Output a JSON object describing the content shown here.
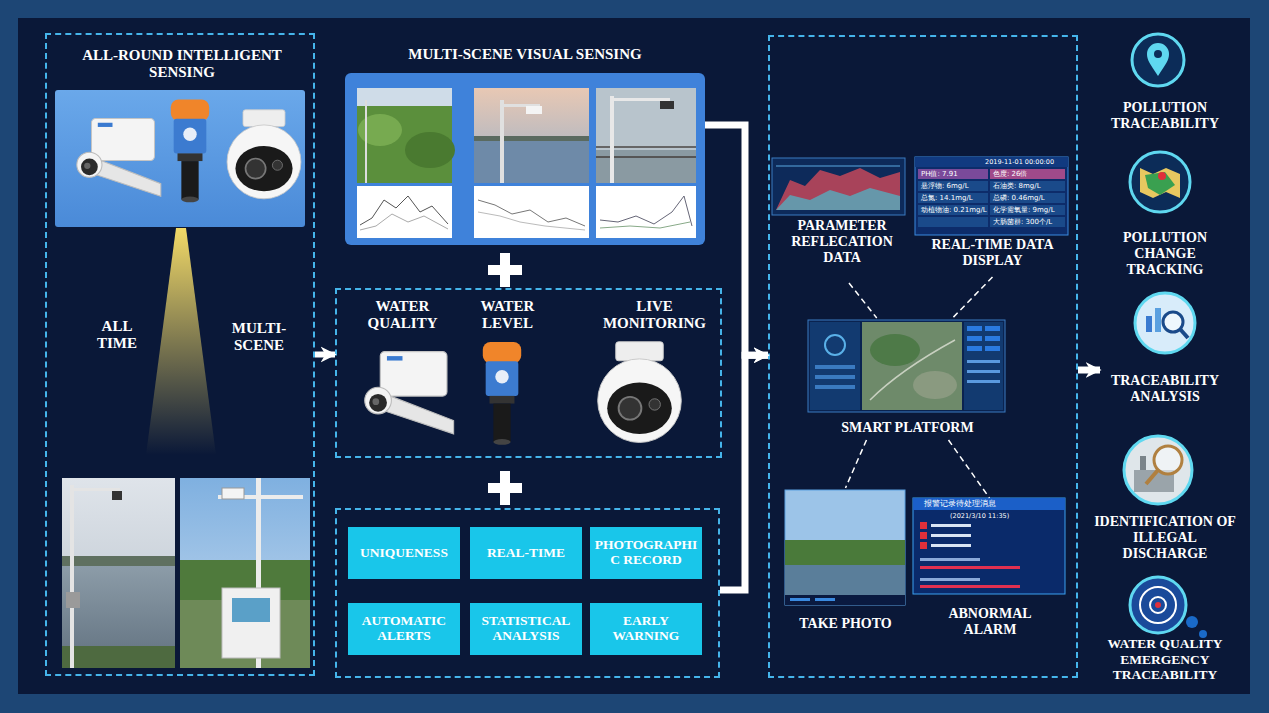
{
  "diagram": {
    "nodes": [
      {
        "text": [
          "ALL-ROUND INTELLIGENT SENSING",
          "ALL TIME",
          "MULTI-SCENE"
        ]
      },
      {
        "text": [
          "MULTI-SCENE VISUAL SENSING"
        ]
      },
      {
        "text": [
          "WATER QUALITY",
          "WATER LEVEL",
          "LIVE MONITORING"
        ]
      },
      {
        "text": []
      },
      {
        "text": [
          "UNIQUENESS"
        ],
        "in": 3
      },
      {
        "text": [
          "REAL-TIME"
        ],
        "in": 3
      },
      {
        "text": [
          "PHOTOGRAPHIC RECORD"
        ],
        "in": 3
      },
      {
        "text": [
          "AUTOMATIC ALERTS"
        ],
        "in": 3
      },
      {
        "text": [
          "STATISTICAL ANALYSIS"
        ],
        "in": 3
      },
      {
        "text": [
          "EARLY WARNING"
        ],
        "in": 3
      },
      {
        "text": []
      },
      {
        "text": [
          "PARAMETER REFLECATION DATA"
        ],
        "in": 10
      },
      {
        "text": [
          "REAL-TIME DATA DISPLAY"
        ],
        "in": 10
      },
      {
        "text": [
          "SMART PLATFORM"
        ],
        "in": 10
      },
      {
        "text": [
          "TAKE PHOTO"
        ],
        "in": 10
      },
      {
        "text": [
          "ABNORMAL ALARM"
        ],
        "in": 10
      },
      {
        "text": [
          "POLLUTION TRACEABILITY"
        ]
      },
      {
        "text": [
          "POLLUTION CHANGE TRACKING"
        ]
      },
      {
        "text": [
          "TRACEABILITY ANALYSIS"
        ]
      },
      {
        "text": [
          "IDENTIFICATION OF ILLEGAL DISCHARGE"
        ]
      },
      {
        "text": [
          "WATER QUALITY EMERGENCY TRACEABILITY"
        ]
      }
    ],
    "edges": [
      {
        "from": 0,
        "to": 2,
        "arrow": "to"
      },
      {
        "from": 1,
        "to": 10,
        "arrow": "to"
      },
      {
        "from": 3,
        "to": 10,
        "arrow": "to"
      },
      {
        "from": 11,
        "to": 13,
        "arrow": "none"
      },
      {
        "from": 12,
        "to": 13,
        "arrow": "none"
      },
      {
        "from": 13,
        "to": 14,
        "arrow": "none"
      },
      {
        "from": 13,
        "to": 15,
        "arrow": "none"
      },
      {
        "from": 10,
        "to": 18,
        "arrow": "to"
      }
    ],
    "labels": [
      "PH值: 7.91",
      "色度: 26倍",
      "悬浮物: 6mg/L",
      "石油类: 8mg/L",
      "总氮: 14.1mg/L",
      "总磷: 0.46mg/L",
      "动植物油: 0.21mg/L",
      "化学需氧量: 9mg/L",
      "大肠菌群: 300个/L",
      "报警记录待处理消息",
      "(2021/3/10 11:35)",
      "2019-11-01 00:00:00"
    ]
  }
}
